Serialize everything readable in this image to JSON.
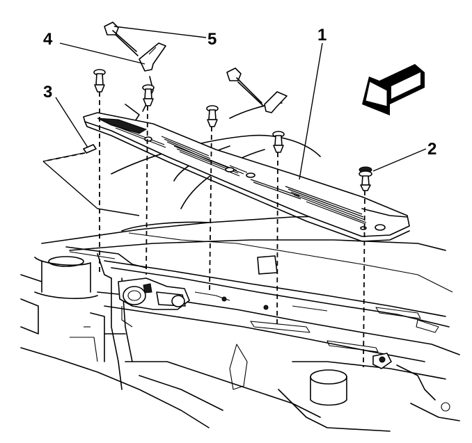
{
  "callouts": {
    "c1": "1",
    "c2": "2",
    "c3": "3",
    "c4": "4",
    "c5": "5"
  },
  "colors": {
    "line": "#000000",
    "background": "#ffffff",
    "arrow_fill": "#000000"
  },
  "icons": {
    "direction_arrow": "front-direction-arrow-icon"
  }
}
